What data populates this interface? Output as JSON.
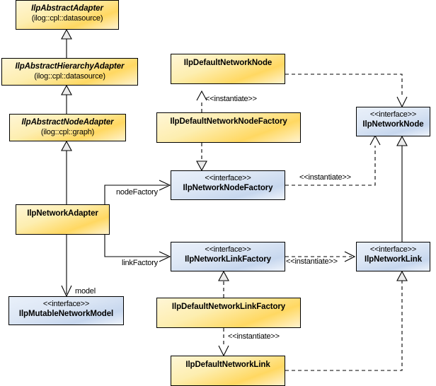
{
  "diagram": {
    "type": "uml-class-diagram",
    "background": "#ffffff",
    "colors": {
      "class_fill": "#ffd862",
      "interface_fill": "#c7d7ee",
      "border": "#000000",
      "line": "#000000"
    },
    "stereotype_interface": "<<interface>>",
    "classes": [
      {
        "id": "abstract-adapter",
        "name": "IlpAbstractAdapter",
        "namespace": "(ilog::cpl::datasource)",
        "kind": "abstract-class",
        "fill": "yellow"
      },
      {
        "id": "abstract-hierarchy-adapter",
        "name": "IlpAbstractHierarchyAdapter",
        "namespace": "(ilog::cpl::datasource)",
        "kind": "abstract-class",
        "fill": "yellow"
      },
      {
        "id": "abstract-node-adapter",
        "name": "IlpAbstractNodeAdapter",
        "namespace": "(ilog::cpl::graph)",
        "kind": "abstract-class",
        "fill": "yellow"
      },
      {
        "id": "network-adapter",
        "name": "IlpNetworkAdapter",
        "namespace": "",
        "kind": "class",
        "fill": "yellow"
      },
      {
        "id": "mutable-network-model",
        "name": "IlpMutableNetworkModel",
        "stereotype": "<<interface>>",
        "kind": "interface",
        "fill": "blue"
      },
      {
        "id": "default-network-node",
        "name": "IlpDefaultNetworkNode",
        "kind": "class",
        "fill": "yellow"
      },
      {
        "id": "default-network-node-factory",
        "name": "IlpDefaultNetworkNodeFactory",
        "kind": "class",
        "fill": "yellow"
      },
      {
        "id": "network-node-factory",
        "name": "IlpNetworkNodeFactory",
        "stereotype": "<<interface>>",
        "kind": "interface",
        "fill": "blue"
      },
      {
        "id": "network-link-factory",
        "name": "IlpNetworkLinkFactory",
        "stereotype": "<<interface>>",
        "kind": "interface",
        "fill": "blue"
      },
      {
        "id": "default-network-link-factory",
        "name": "IlpDefaultNetworkLinkFactory",
        "kind": "class",
        "fill": "yellow"
      },
      {
        "id": "default-network-link",
        "name": "IlpDefaultNetworkLink",
        "kind": "class",
        "fill": "yellow"
      },
      {
        "id": "network-node",
        "name": "IlpNetworkNode",
        "stereotype": "<<interface>>",
        "kind": "interface",
        "fill": "blue"
      },
      {
        "id": "network-link",
        "name": "IlpNetworkLink",
        "stereotype": "<<interface>>",
        "kind": "interface",
        "fill": "blue"
      }
    ],
    "edge_labels": {
      "node_factory": "nodeFactory",
      "link_factory": "linkFactory",
      "model": "model",
      "instantiate_node": "<<instantiate>>",
      "instantiate_node_factory": "<<instantiate>>",
      "instantiate_link_factory": "<<instantiate>>",
      "instantiate_link": "<<instantiate>>"
    },
    "relationships": [
      {
        "from": "abstract-hierarchy-adapter",
        "to": "abstract-adapter",
        "type": "generalization"
      },
      {
        "from": "abstract-node-adapter",
        "to": "abstract-hierarchy-adapter",
        "type": "generalization"
      },
      {
        "from": "network-adapter",
        "to": "abstract-node-adapter",
        "type": "generalization"
      },
      {
        "from": "network-adapter",
        "to": "mutable-network-model",
        "type": "association",
        "label": "model"
      },
      {
        "from": "network-adapter",
        "to": "network-node-factory",
        "type": "association",
        "label": "nodeFactory"
      },
      {
        "from": "network-adapter",
        "to": "network-link-factory",
        "type": "association",
        "label": "linkFactory"
      },
      {
        "from": "default-network-node-factory",
        "to": "default-network-node",
        "type": "dependency",
        "label": "<<instantiate>>"
      },
      {
        "from": "default-network-node-factory",
        "to": "network-node-factory",
        "type": "realization"
      },
      {
        "from": "default-network-link-factory",
        "to": "network-link-factory",
        "type": "realization"
      },
      {
        "from": "default-network-link-factory",
        "to": "default-network-link",
        "type": "dependency",
        "label": "<<instantiate>>"
      },
      {
        "from": "default-network-node",
        "to": "network-node",
        "type": "realization"
      },
      {
        "from": "default-network-link",
        "to": "network-link",
        "type": "realization"
      },
      {
        "from": "network-node-factory",
        "to": "network-node",
        "type": "dependency",
        "label": "<<instantiate>>"
      },
      {
        "from": "network-link-factory",
        "to": "network-link",
        "type": "dependency",
        "label": "<<instantiate>>"
      },
      {
        "from": "network-link",
        "to": "network-node",
        "type": "generalization"
      }
    ]
  }
}
